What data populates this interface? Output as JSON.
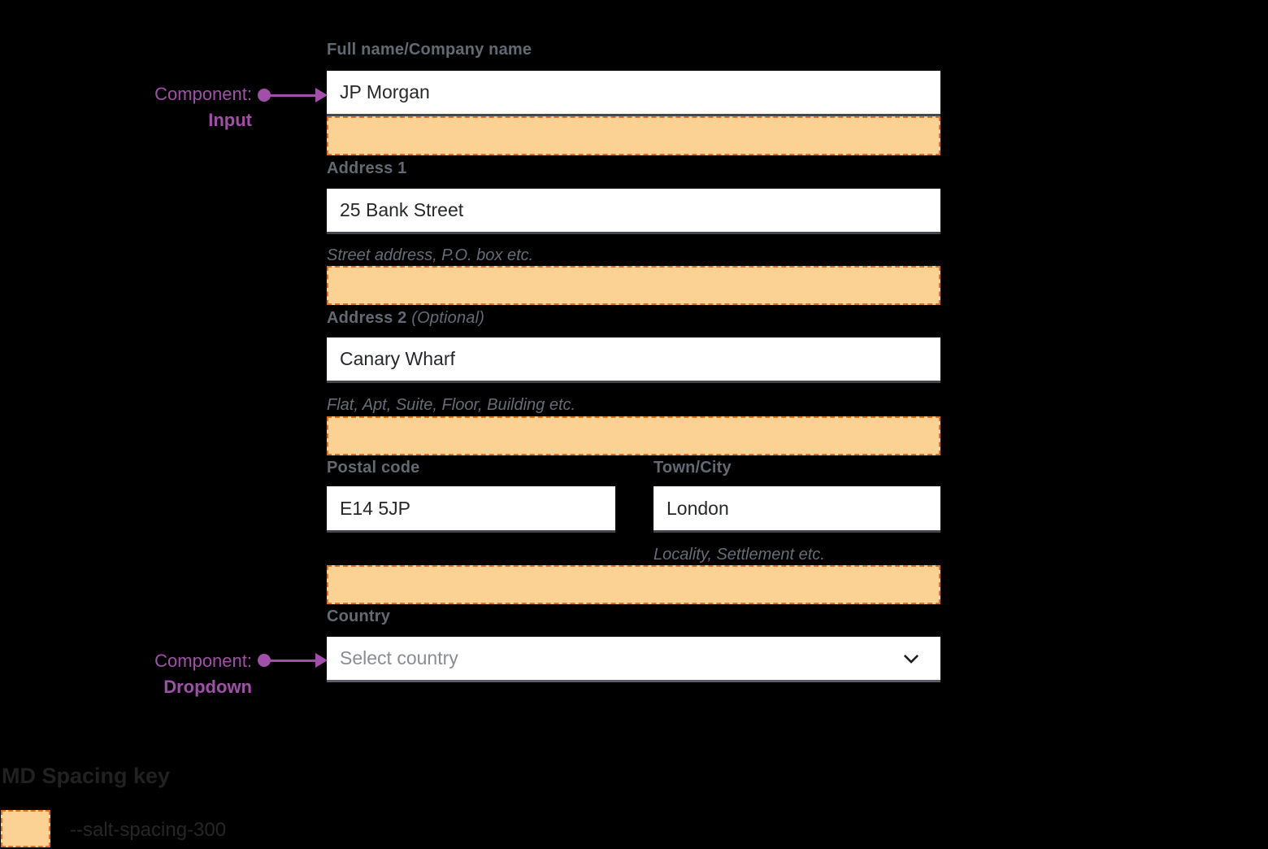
{
  "form": {
    "full_name": {
      "label": "Full name/Company name",
      "value": "JP Morgan"
    },
    "address1": {
      "label": "Address 1",
      "value": "25 Bank Street",
      "helper": "Street address, P.O. box etc."
    },
    "address2": {
      "label": "Address 2",
      "optional_suffix": "(Optional)",
      "value": "Canary Wharf",
      "helper": "Flat, Apt, Suite, Floor, Building etc."
    },
    "postal_code": {
      "label": "Postal code",
      "value": "E14 5JP"
    },
    "town_city": {
      "label": "Town/City",
      "value": "London",
      "helper": "Locality, Settlement etc."
    },
    "country": {
      "label": "Country",
      "placeholder": "Select country"
    }
  },
  "annotations": {
    "input": {
      "prefix": "Component:",
      "name": "Input"
    },
    "dropdown": {
      "prefix": "Component:",
      "name": "Dropdown"
    }
  },
  "legend": {
    "title": "MD Spacing key",
    "token": "--salt-spacing-300"
  },
  "icons": {
    "country_chevron": "chevron-down-icon"
  },
  "colors": {
    "background": "#000000",
    "spacing_fill": "#FBD294",
    "spacing_border": "#E2711D",
    "annotation_purple": "#A14FA8",
    "label_gray": "#636973",
    "input_text": "#26282C",
    "input_border": "#42464D",
    "placeholder_gray": "#8A8D93"
  }
}
